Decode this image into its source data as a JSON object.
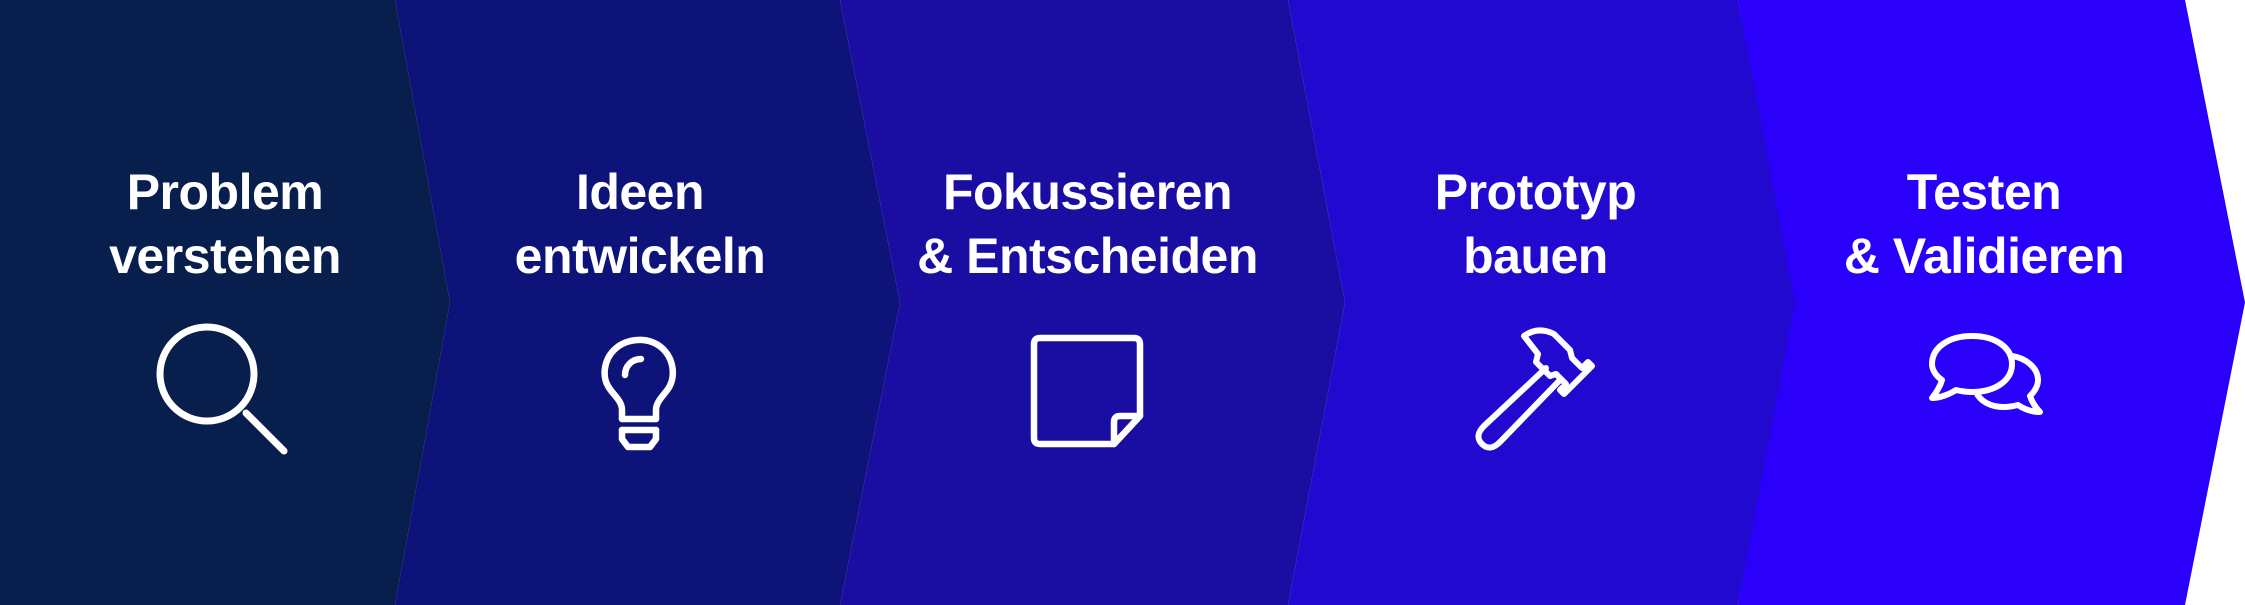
{
  "steps": [
    {
      "title_line1": "Problem",
      "title_line2": "verstehen",
      "icon": "search-icon",
      "color": "#081e4d"
    },
    {
      "title_line1": "Ideen",
      "title_line2": "entwickeln",
      "icon": "lightbulb-icon",
      "color": "#0e137a"
    },
    {
      "title_line1": "Fokussieren",
      "title_line2": "& Entscheiden",
      "icon": "sticky-note-icon",
      "color": "#1a0ea2"
    },
    {
      "title_line1": "Prototyp",
      "title_line2": "bauen",
      "icon": "hammer-icon",
      "color": "#2109cf"
    },
    {
      "title_line1": "Testen",
      "title_line2": "& Validieren",
      "icon": "chat-bubbles-icon",
      "color": "#2a00fa"
    }
  ]
}
